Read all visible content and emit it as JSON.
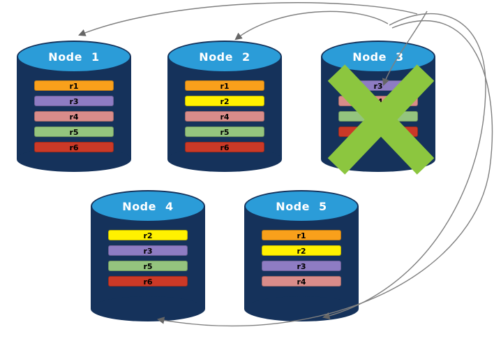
{
  "diagram_type": "replicated-database-nodes",
  "nodes": [
    {
      "label": "Node 1",
      "failed": false,
      "replicas": [
        "r1",
        "r3",
        "r4",
        "r5",
        "r6"
      ]
    },
    {
      "label": "Node 2",
      "failed": false,
      "replicas": [
        "r1",
        "r2",
        "r4",
        "r5",
        "r6"
      ]
    },
    {
      "label": "Node 3",
      "failed": true,
      "replicas": [
        "r3",
        "r4",
        "r5",
        "r6"
      ]
    },
    {
      "label": "Node 4",
      "failed": false,
      "replicas": [
        "r2",
        "r3",
        "r5",
        "r6"
      ]
    },
    {
      "label": "Node 5",
      "failed": false,
      "replicas": [
        "r1",
        "r2",
        "r3",
        "r4"
      ]
    }
  ],
  "replica_colors": {
    "r1": "#F9A01B",
    "r2": "#FFF100",
    "r3": "#8E7CC3",
    "r4": "#D98C8A",
    "r5": "#94C47E",
    "r6": "#CB3927"
  },
  "failed_node_index": 2,
  "arrows": {
    "from": "Node 3",
    "targets": [
      "Node 1",
      "Node 2",
      "Node 3",
      "Node 4",
      "Node 5"
    ],
    "color": "#7F7F7F"
  },
  "styles": {
    "cylinder_body_color": "#15325B",
    "cylinder_top_color": "#2B9CD8",
    "failure_x_color": "#8CC63F"
  }
}
